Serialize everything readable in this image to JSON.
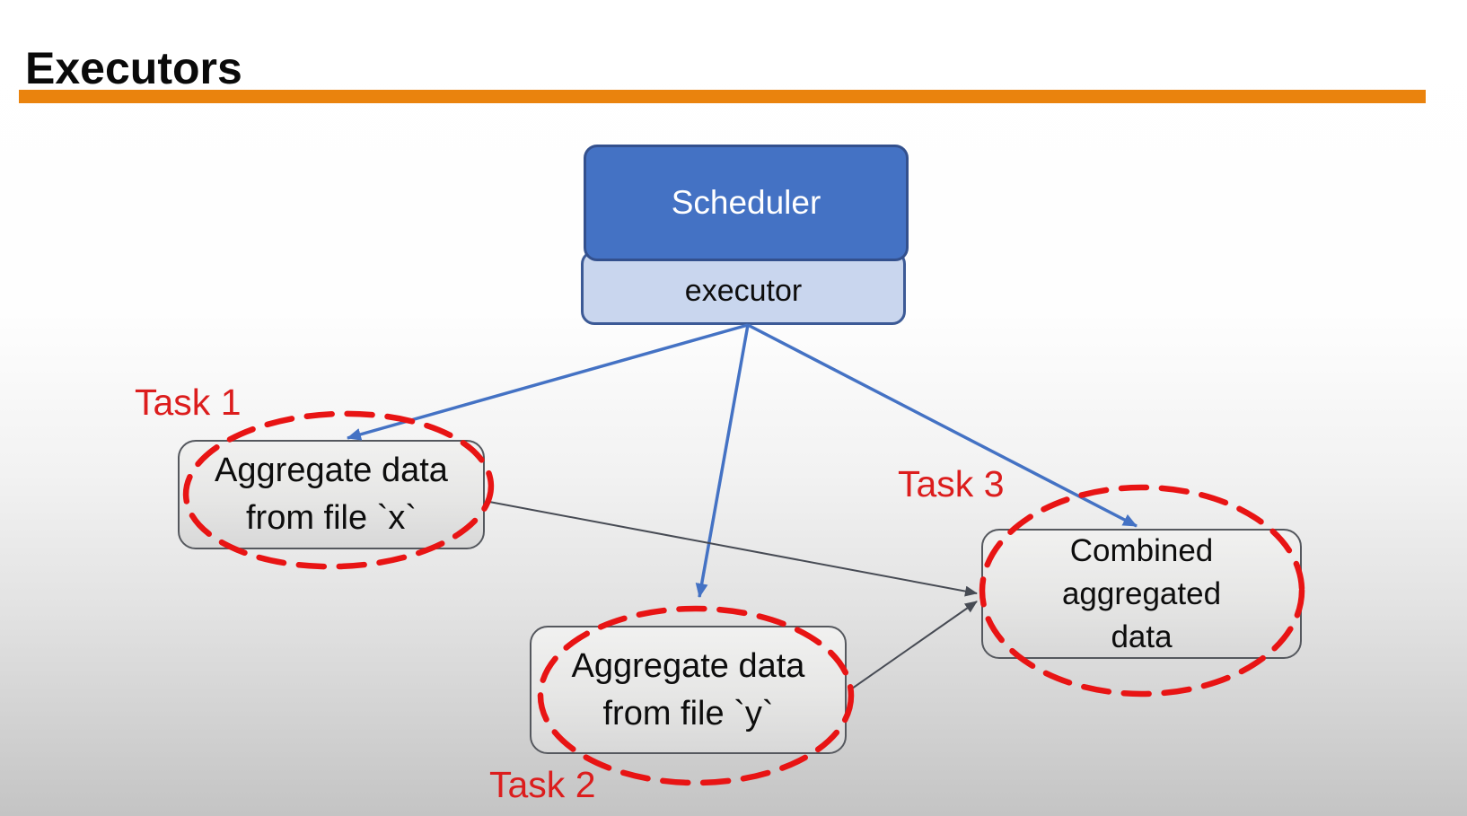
{
  "slide": {
    "title": "Executors"
  },
  "scheduler": {
    "label": "Scheduler"
  },
  "executor": {
    "label": "executor"
  },
  "task1": {
    "label": "Task 1",
    "line1": "Aggregate data",
    "line2": "from file `x`"
  },
  "task2": {
    "label": "Task 2",
    "line1": "Aggregate data",
    "line2": "from file `y`"
  },
  "task3": {
    "label": "Task 3",
    "line1": "Combined",
    "line2": "aggregated",
    "line3": "data"
  },
  "colors": {
    "accent_bar_orange": "#EA830D",
    "scheduler_fill": "#4472C4",
    "scheduler_border": "#33508D",
    "executor_fill": "#C9D6EE",
    "executor_border": "#3C5A96",
    "task_box_fill_top": "#F1F1F0",
    "task_box_fill_bottom": "#D8D8D8",
    "task_box_border": "#55585E",
    "dispatch_arrow_blue": "#4472C4",
    "dataflow_arrow_gray": "#474B54",
    "task_label_red": "#DC1D1D",
    "ellipse_dash_red": "#E81414",
    "title_text": "#0A0A0A"
  }
}
